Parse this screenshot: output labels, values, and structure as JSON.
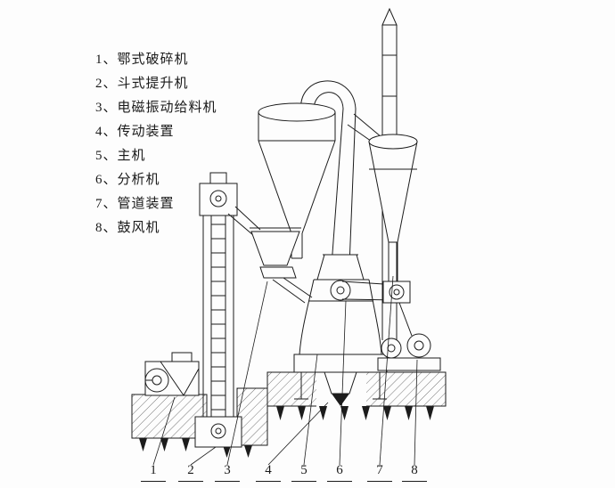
{
  "figure": {
    "background": "#fdfdfd",
    "line_color": "#1c1c1c"
  },
  "legend": {
    "items": [
      {
        "label": "1、鄂式破碎机"
      },
      {
        "label": "2、斗式提升机"
      },
      {
        "label": "3、电磁振动给料机"
      },
      {
        "label": "4、传动装置"
      },
      {
        "label": "5、主机"
      },
      {
        "label": "6、分析机"
      },
      {
        "label": "7、管道装置"
      },
      {
        "label": "8、鼓风机"
      }
    ]
  },
  "callouts": {
    "labels": [
      "1",
      "2",
      "3",
      "4",
      "5",
      "6",
      "7",
      "8"
    ]
  }
}
